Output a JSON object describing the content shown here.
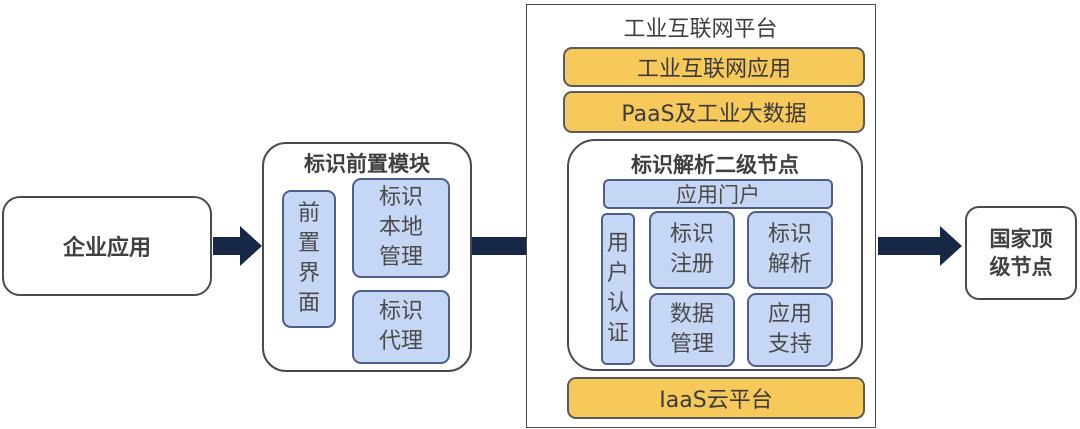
{
  "enterprise_app": "企业应用",
  "front_module": {
    "title": "标识前置模块",
    "front_interface": [
      "前",
      "置",
      "界",
      "面"
    ],
    "local_mgmt": [
      "标识",
      "本地",
      "管理"
    ],
    "proxy": [
      "标识",
      "代理"
    ]
  },
  "platform": {
    "title": "工业互联网平台",
    "apps": "工业互联网应用",
    "paas": "PaaS及工业大数据",
    "node": {
      "title": "标识解析二级节点",
      "portal": "应用门户",
      "user_auth": [
        "用",
        "户",
        "认",
        "证"
      ],
      "registration": [
        "标识",
        "注册"
      ],
      "resolution": [
        "标识",
        "解析"
      ],
      "data_mgmt": [
        "数据",
        "管理"
      ],
      "app_support": [
        "应用",
        "支持"
      ]
    },
    "iaas": "IaaS云平台"
  },
  "national_node": [
    "国家顶",
    "级节点"
  ],
  "colors": {
    "blue_box": "#c6d6f5",
    "yellow_box": "#f7c95a",
    "arrow": "#172846"
  }
}
